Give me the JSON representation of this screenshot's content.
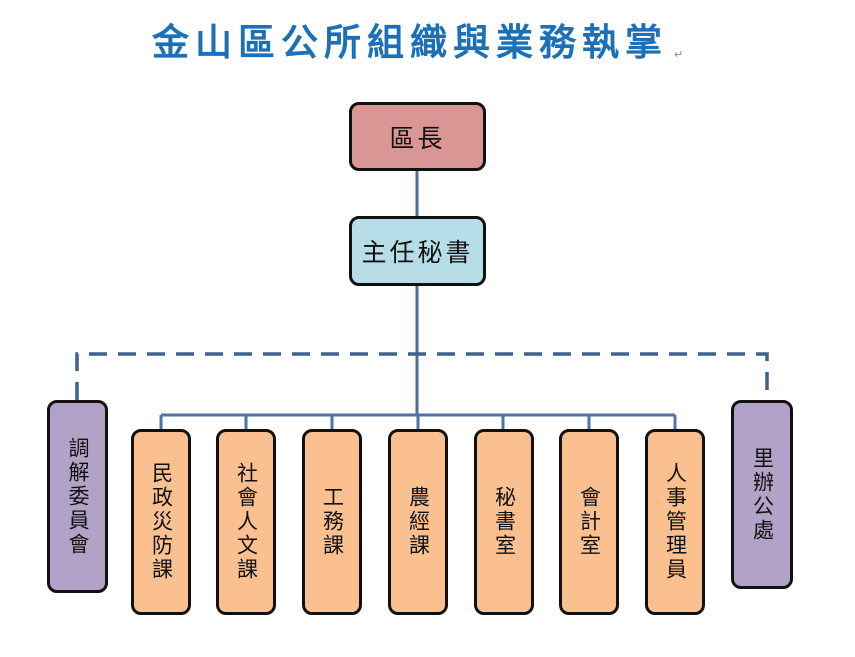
{
  "title": "金山區公所組織與業務執掌",
  "paragraph_mark": "↵",
  "colors": {
    "title": "#1c70b8",
    "connector": "#4a6f9a",
    "head_fill": "#da9694",
    "secretary_fill": "#b7dee8",
    "department_fill": "#fac090",
    "side_unit_fill": "#b3a2c7"
  },
  "org": {
    "head": "區長",
    "secretary": "主任秘書",
    "side_units": [
      {
        "label": "調解委員會",
        "link": "dashed"
      },
      {
        "label": "里辦公處",
        "link": "dashed"
      }
    ],
    "departments": [
      {
        "label": "民政災防課"
      },
      {
        "label": "社會人文課"
      },
      {
        "label": "工務課"
      },
      {
        "label": "農經課"
      },
      {
        "label": "秘書室"
      },
      {
        "label": "會計室"
      },
      {
        "label": "人事管理員"
      }
    ]
  }
}
